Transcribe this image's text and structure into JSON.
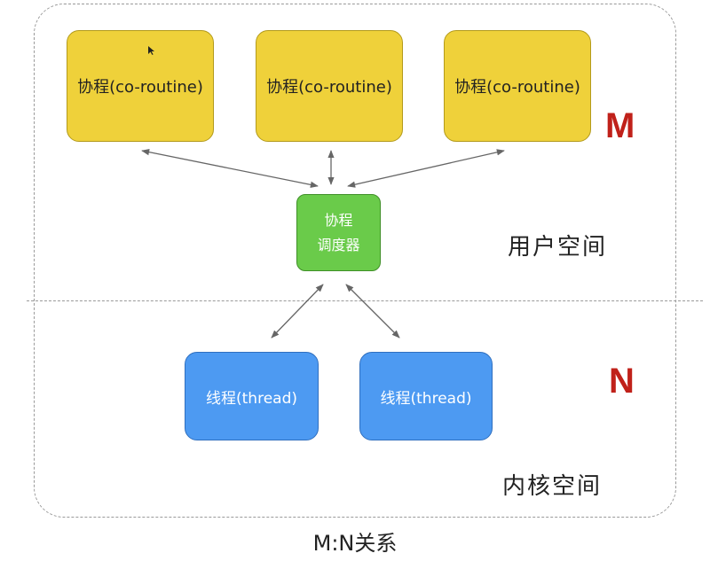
{
  "coroutines": [
    {
      "label": "协程(co-routine)"
    },
    {
      "label": "协程(co-routine)"
    },
    {
      "label": "协程(co-routine)"
    }
  ],
  "scheduler": {
    "line1": "协程",
    "line2": "调度器"
  },
  "threads": [
    {
      "label": "线程(thread)"
    },
    {
      "label": "线程(thread)"
    }
  ],
  "labels": {
    "m": "M",
    "n": "N",
    "user_space": "用户空间",
    "kernel_space": "内核空间"
  },
  "caption": "M:N关系",
  "colors": {
    "coroutine_fill": "#efd13a",
    "scheduler_fill": "#6acb4a",
    "thread_fill": "#4d9af2",
    "mn_letter": "#c0211a",
    "arrow": "#666666"
  }
}
